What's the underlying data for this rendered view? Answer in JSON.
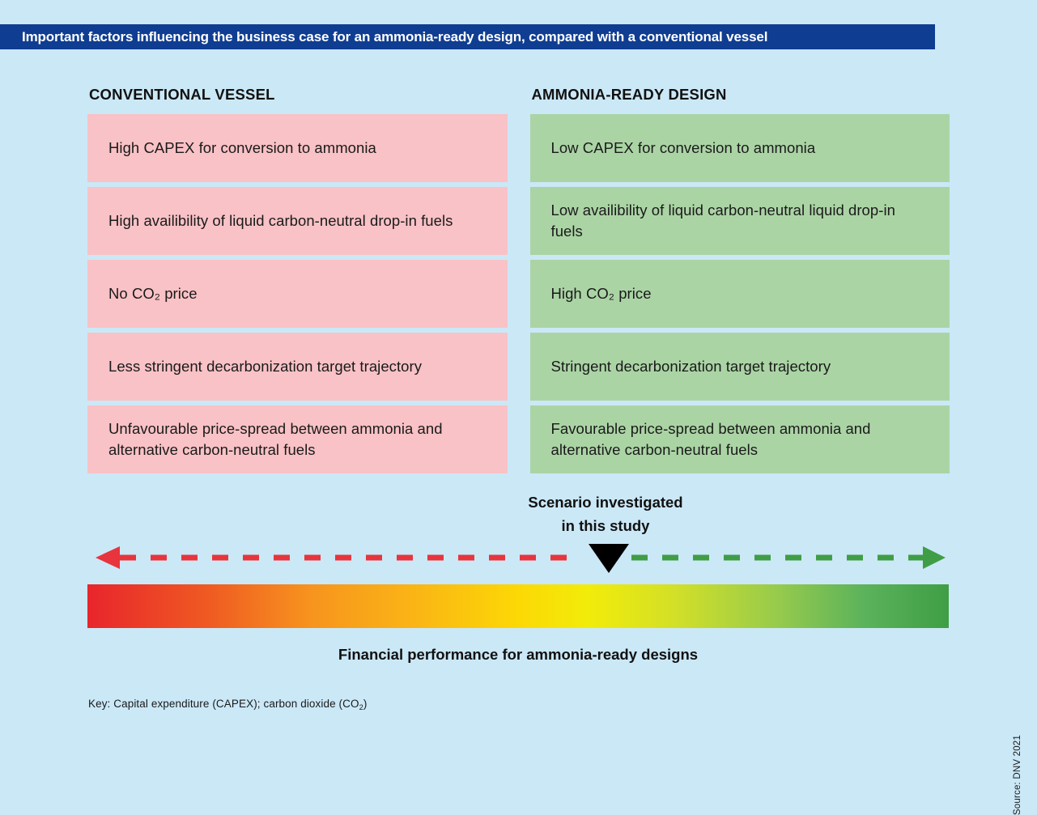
{
  "banner": {
    "title": "Important factors influencing the business case for an ammonia-ready design, compared with a conventional vessel"
  },
  "columns": [
    {
      "heading": "CONVENTIONAL VESSEL",
      "tone": "negative",
      "color": "#f9c2c6",
      "items": [
        "High CAPEX for conversion to ammonia",
        "High availibility of liquid carbon-neutral drop-in fuels",
        "No CO₂ price",
        "Less stringent decarbonization target trajectory",
        "Unfavourable price-spread between ammonia and alternative carbon-neutral fuels"
      ]
    },
    {
      "heading": "AMMONIA-READY DESIGN",
      "tone": "positive",
      "color": "#abd4a5",
      "items": [
        "Low CAPEX for conversion to ammonia",
        "Low availibility of liquid carbon-neutral liquid drop-in fuels",
        "High CO₂ price",
        "Stringent decarbonization target trajectory",
        "Favourable price-spread between ammonia and alternative carbon-neutral fuels"
      ]
    }
  ],
  "scenario": {
    "label_line1": "Scenario investigated",
    "label_line2": "in this study",
    "marker_icon": "down-triangle-marker-icon",
    "marker_color": "#000000",
    "left_arrow_icon": "left-arrow-dashed-icon",
    "left_arrow_color": "#e8343c",
    "right_arrow_icon": "right-arrow-dashed-icon",
    "right_arrow_color": "#3f9e45"
  },
  "gradient_bar": {
    "caption": "Financial performance for ammonia-ready designs",
    "start_color": "#e8252c",
    "mid_color": "#fcd805",
    "end_color": "#3f9e45"
  },
  "footer": {
    "key_prefix": "Key: Capital expenditure (CAPEX); carbon dioxide (CO",
    "key_sub": "2",
    "key_suffix": ")",
    "source": "Source: DNV 2021"
  },
  "theme": {
    "background": "#cbe8f7",
    "banner_bg": "#0f3d91",
    "banner_text": "#ffffff"
  }
}
